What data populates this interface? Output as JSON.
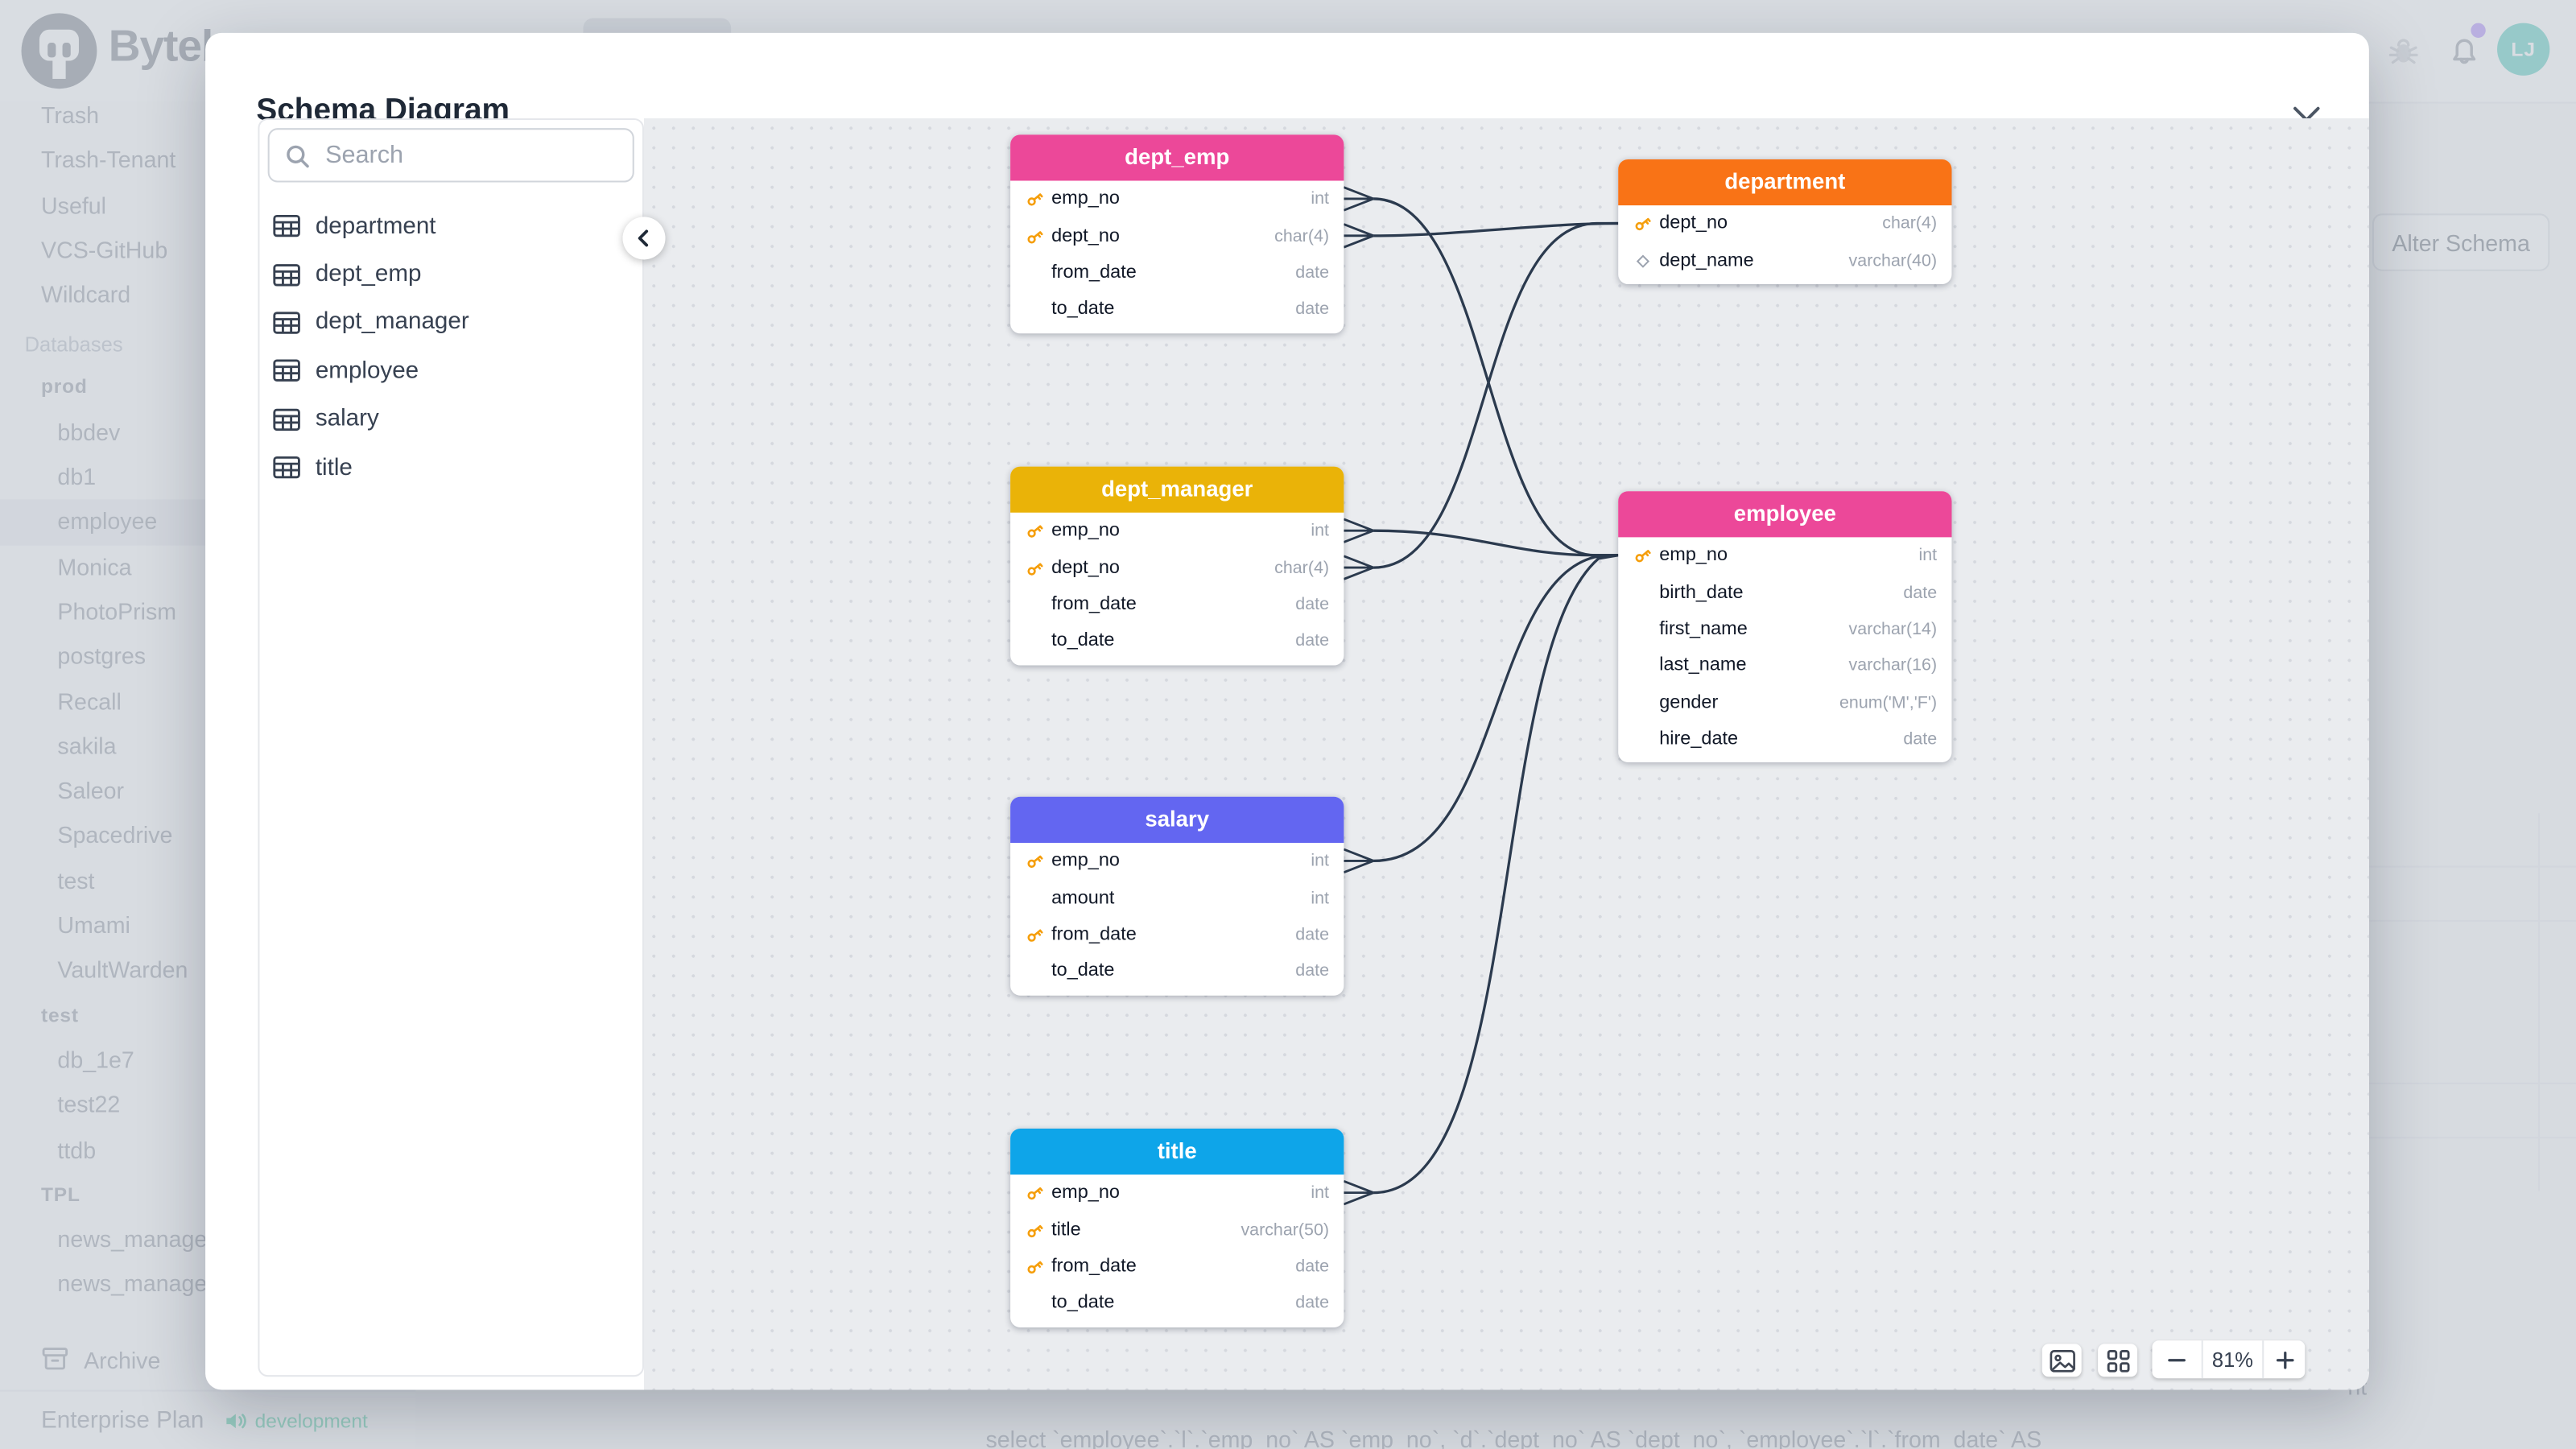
{
  "app": {
    "brand": "Bytebase",
    "topbar": {
      "avatar_initials": "LJ"
    },
    "alter_schema_label": "Alter Schema",
    "plan": {
      "label": "Enterprise Plan",
      "environment": "development"
    },
    "bottom_sql": "select `employee`.`l`.`emp_no` AS `emp_no`, `d`.`dept_no` AS `dept_no`, `employee`.`l`.`from_date` AS",
    "bottom_fragment": "nt"
  },
  "sidebar": {
    "items": [
      {
        "kind": "env",
        "label": "Trash"
      },
      {
        "kind": "env",
        "label": "Trash-Tenant"
      },
      {
        "kind": "env",
        "label": "Useful"
      },
      {
        "kind": "env",
        "label": "VCS-GitHub"
      },
      {
        "kind": "env",
        "label": "Wildcard"
      },
      {
        "kind": "header",
        "label": "Databases"
      },
      {
        "kind": "group",
        "label": "prod"
      },
      {
        "kind": "db",
        "label": "bbdev"
      },
      {
        "kind": "db",
        "label": "db1"
      },
      {
        "kind": "db-active",
        "label": "employee"
      },
      {
        "kind": "db",
        "label": "Monica"
      },
      {
        "kind": "db",
        "label": "PhotoPrism"
      },
      {
        "kind": "db",
        "label": "postgres"
      },
      {
        "kind": "db",
        "label": "Recall"
      },
      {
        "kind": "db",
        "label": "sakila"
      },
      {
        "kind": "db",
        "label": "Saleor"
      },
      {
        "kind": "db",
        "label": "Spacedrive"
      },
      {
        "kind": "db",
        "label": "test"
      },
      {
        "kind": "db",
        "label": "Umami"
      },
      {
        "kind": "db",
        "label": "VaultWarden"
      },
      {
        "kind": "group",
        "label": "test"
      },
      {
        "kind": "db",
        "label": "db_1e7"
      },
      {
        "kind": "db",
        "label": "test22"
      },
      {
        "kind": "db",
        "label": "ttdb"
      },
      {
        "kind": "group",
        "label": "TPL"
      },
      {
        "kind": "db",
        "label": "news_management"
      },
      {
        "kind": "db",
        "label": "news_management"
      }
    ],
    "archive_label": "Archive"
  },
  "modal": {
    "title": "Schema Diagram",
    "search_placeholder": "Search",
    "tables": [
      {
        "label": "department"
      },
      {
        "label": "dept_emp"
      },
      {
        "label": "dept_manager"
      },
      {
        "label": "employee"
      },
      {
        "label": "salary"
      },
      {
        "label": "title"
      }
    ]
  },
  "diagram": {
    "zoom_label": "81%",
    "colors": {
      "pink": "#ec4899",
      "orange": "#f97316",
      "amber": "#eab308",
      "indigo": "#6366f1",
      "sky": "#0ea5e9",
      "relationship_line": "#2b3a4e",
      "key_icon": "#f59e0b"
    },
    "tables": [
      {
        "name": "dept_emp",
        "color": "#ec4899",
        "fields": [
          {
            "name": "emp_no",
            "type": "int",
            "icon": "key"
          },
          {
            "name": "dept_no",
            "type": "char(4)",
            "icon": "key"
          },
          {
            "name": "from_date",
            "type": "date",
            "icon": "none"
          },
          {
            "name": "to_date",
            "type": "date",
            "icon": "none"
          }
        ]
      },
      {
        "name": "department",
        "color": "#f97316",
        "fields": [
          {
            "name": "dept_no",
            "type": "char(4)",
            "icon": "key"
          },
          {
            "name": "dept_name",
            "type": "varchar(40)",
            "icon": "diamond"
          }
        ]
      },
      {
        "name": "dept_manager",
        "color": "#eab308",
        "fields": [
          {
            "name": "emp_no",
            "type": "int",
            "icon": "key"
          },
          {
            "name": "dept_no",
            "type": "char(4)",
            "icon": "key"
          },
          {
            "name": "from_date",
            "type": "date",
            "icon": "none"
          },
          {
            "name": "to_date",
            "type": "date",
            "icon": "none"
          }
        ]
      },
      {
        "name": "employee",
        "color": "#ec4899",
        "fields": [
          {
            "name": "emp_no",
            "type": "int",
            "icon": "key"
          },
          {
            "name": "birth_date",
            "type": "date",
            "icon": "none"
          },
          {
            "name": "first_name",
            "type": "varchar(14)",
            "icon": "none"
          },
          {
            "name": "last_name",
            "type": "varchar(16)",
            "icon": "none"
          },
          {
            "name": "gender",
            "type": "enum('M','F')",
            "icon": "none"
          },
          {
            "name": "hire_date",
            "type": "date",
            "icon": "none"
          }
        ]
      },
      {
        "name": "salary",
        "color": "#6366f1",
        "fields": [
          {
            "name": "emp_no",
            "type": "int",
            "icon": "key"
          },
          {
            "name": "amount",
            "type": "int",
            "icon": "none"
          },
          {
            "name": "from_date",
            "type": "date",
            "icon": "key"
          },
          {
            "name": "to_date",
            "type": "date",
            "icon": "none"
          }
        ]
      },
      {
        "name": "title",
        "color": "#0ea5e9",
        "fields": [
          {
            "name": "emp_no",
            "type": "int",
            "icon": "key"
          },
          {
            "name": "title",
            "type": "varchar(50)",
            "icon": "key"
          },
          {
            "name": "from_date",
            "type": "date",
            "icon": "key"
          },
          {
            "name": "to_date",
            "type": "date",
            "icon": "none"
          }
        ]
      }
    ],
    "relationships": [
      {
        "from": "dept_emp.emp_no",
        "to": "employee.emp_no"
      },
      {
        "from": "dept_emp.dept_no",
        "to": "department.dept_no"
      },
      {
        "from": "dept_manager.emp_no",
        "to": "employee.emp_no"
      },
      {
        "from": "dept_manager.dept_no",
        "to": "department.dept_no"
      },
      {
        "from": "salary.emp_no",
        "to": "employee.emp_no"
      },
      {
        "from": "title.emp_no",
        "to": "employee.emp_no"
      }
    ]
  }
}
